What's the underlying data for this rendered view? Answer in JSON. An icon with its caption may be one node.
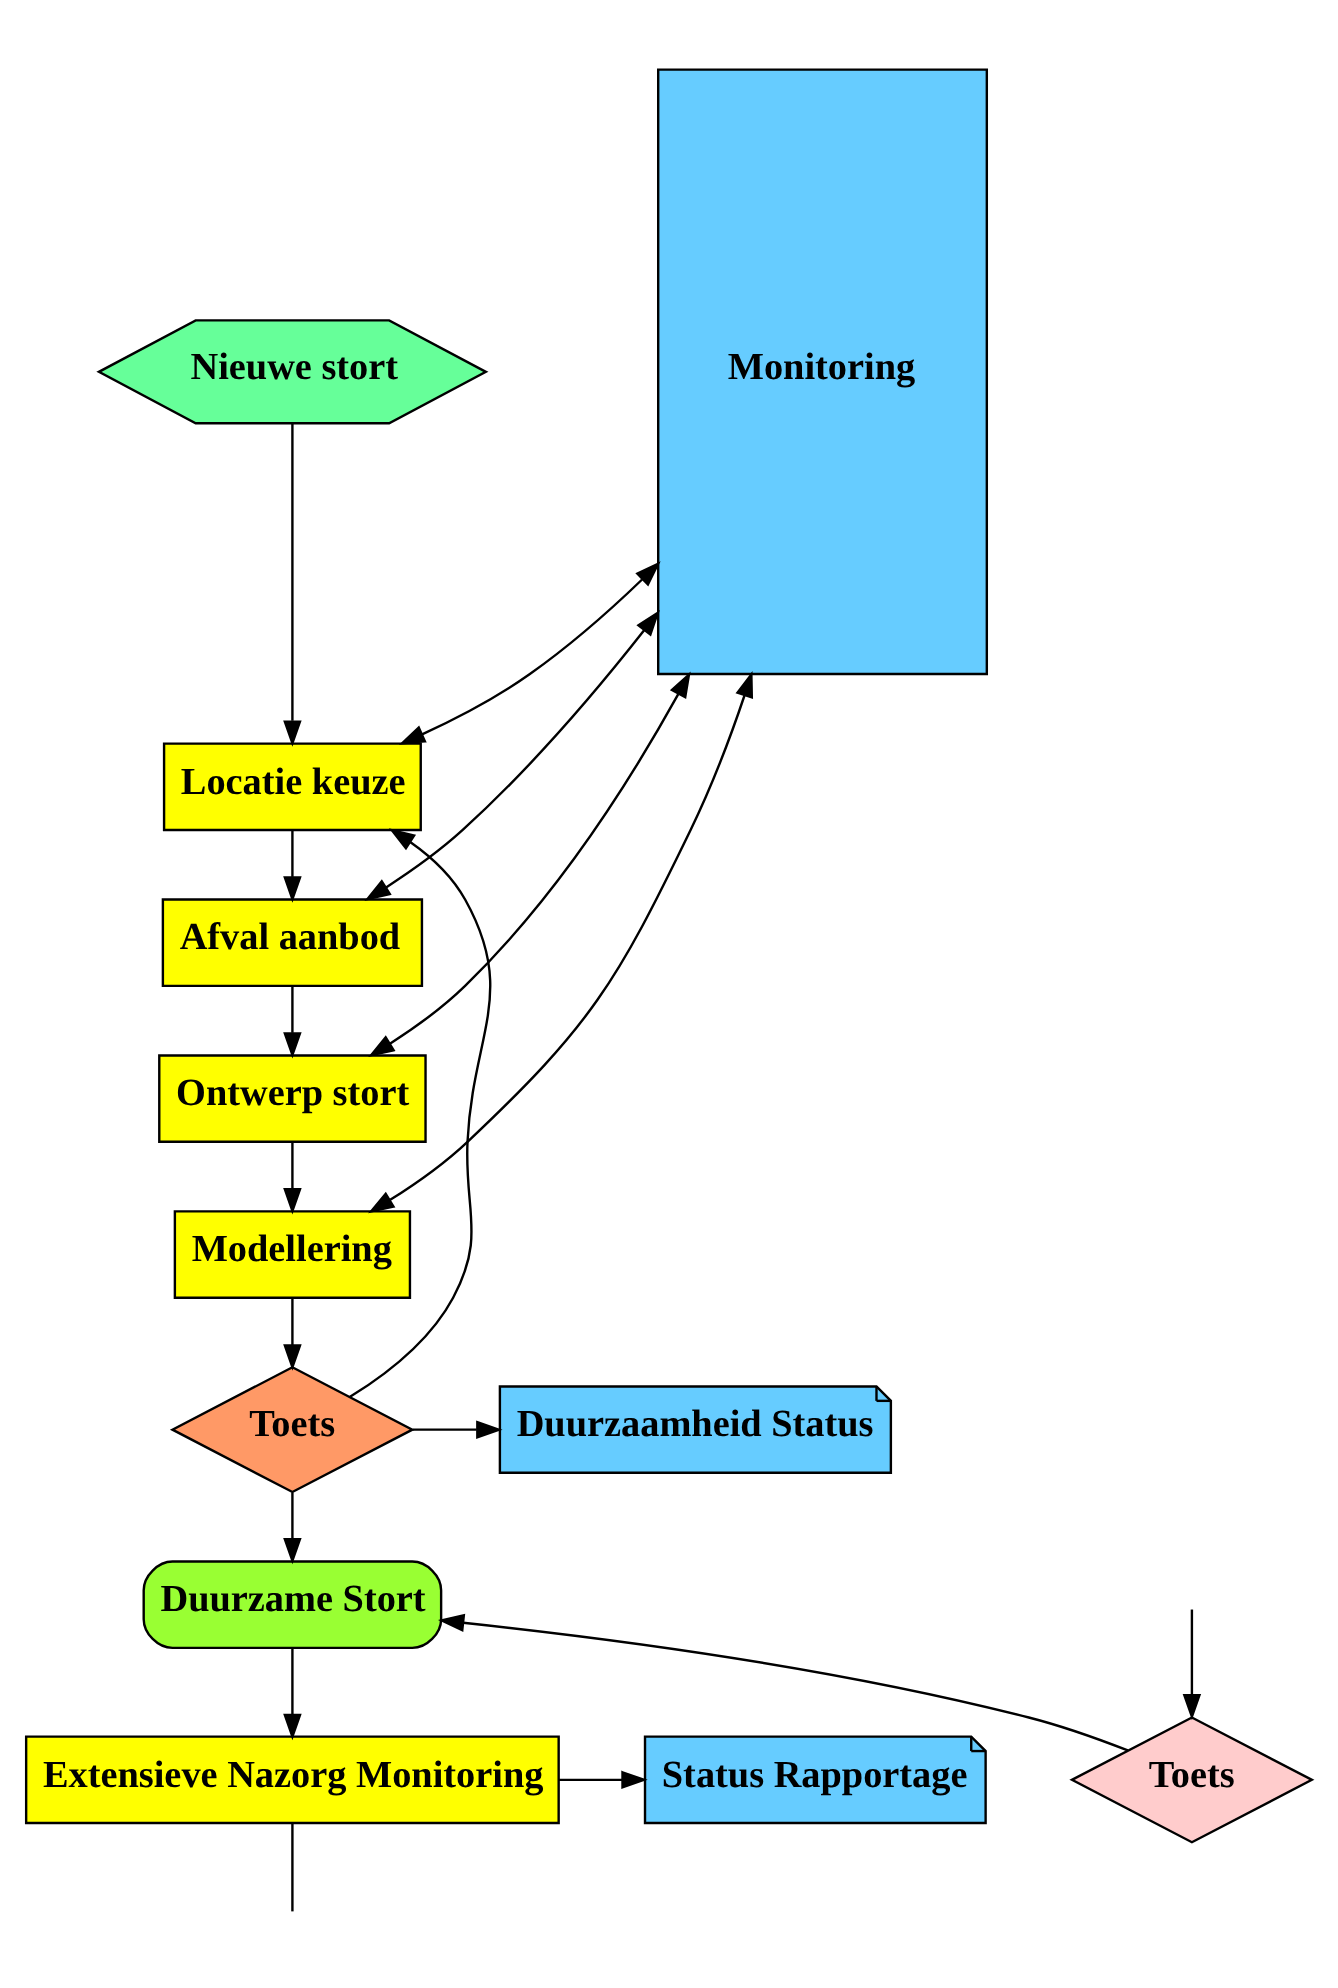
{
  "diagram": {
    "nodes": [
      {
        "text": [
          "Nieuwe stort"
        ]
      },
      {
        "text": [
          "Locatie keuze"
        ]
      },
      {
        "text": [
          "Afval aanbod"
        ]
      },
      {
        "text": [
          "Ontwerp stort"
        ]
      },
      {
        "text": [
          "Modellering"
        ]
      },
      {
        "text": [
          "Monitoring"
        ]
      },
      {
        "text": [
          "Toets"
        ]
      },
      {
        "text": [
          "Duurzaamheid Status"
        ]
      },
      {
        "text": [
          "Duurzame Stort"
        ]
      },
      {
        "text": [
          "Toets"
        ]
      },
      {
        "text": [
          "Extensieve Nazorg Monitoring"
        ]
      },
      {
        "text": [
          "Status Rapportage"
        ]
      }
    ],
    "edges": [
      {
        "from": 0,
        "to": 1,
        "arrow": "to"
      },
      {
        "from": 1,
        "to": 2,
        "arrow": "to"
      },
      {
        "from": 2,
        "to": 3,
        "arrow": "to"
      },
      {
        "from": 3,
        "to": 4,
        "arrow": "to"
      },
      {
        "from": 5,
        "to": 1,
        "arrow": "both"
      },
      {
        "from": 5,
        "to": 2,
        "arrow": "both"
      },
      {
        "from": 5,
        "to": 3,
        "arrow": "both"
      },
      {
        "from": 5,
        "to": 4,
        "arrow": "both"
      },
      {
        "from": 4,
        "to": 6,
        "arrow": "to"
      },
      {
        "from": 6,
        "to": 1,
        "arrow": "to"
      },
      {
        "from": 6,
        "to": 7,
        "arrow": "to"
      },
      {
        "from": 6,
        "to": 8,
        "arrow": "to"
      },
      {
        "from": 9,
        "to": 8,
        "arrow": "to"
      },
      {
        "from": 8,
        "to": 10,
        "arrow": "to"
      },
      {
        "from": 10,
        "to": 11,
        "arrow": "to"
      },
      {
        "from": null,
        "to": 9,
        "arrow": "to"
      },
      {
        "from": 10,
        "to": null,
        "arrow": "none"
      }
    ]
  }
}
